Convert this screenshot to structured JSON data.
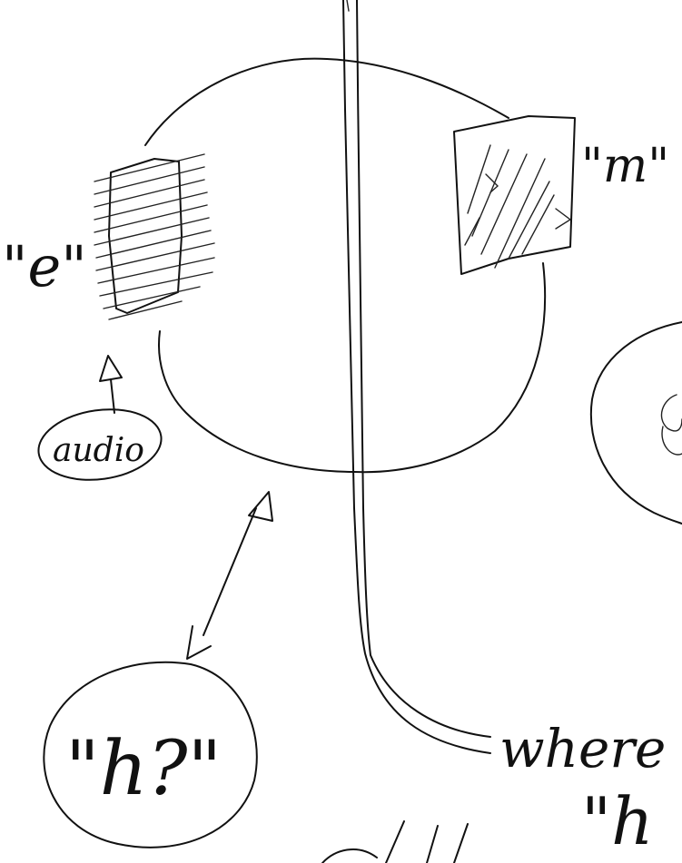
{
  "labels": {
    "e_label": "\"e\"",
    "m_label": "\"m\"",
    "audio_label": "audio",
    "h_question": "\"h?\"",
    "where_text": "where",
    "h_partial": "\"h"
  }
}
